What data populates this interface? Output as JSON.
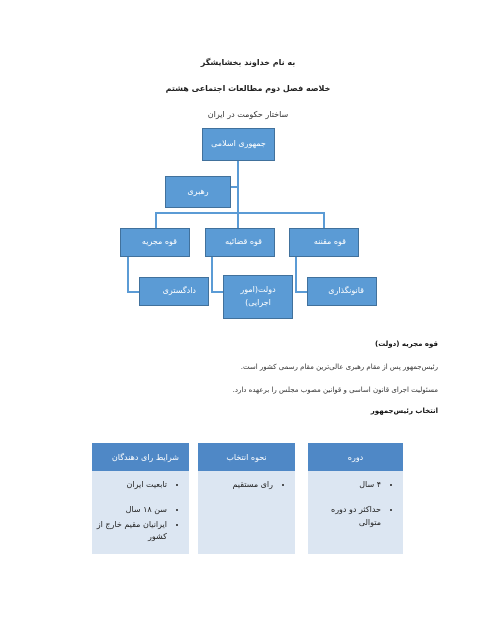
{
  "header": {
    "title": "به نام خداوند بخشایشگر",
    "subtitle": "خلاصه فصل دوم مطالعات اجتماعی هشتم",
    "caption": "ساختار حکومت در ایران"
  },
  "org_chart": {
    "root": "جمهوری اسلامی",
    "leader": "رهبری",
    "branches": {
      "executive": "قوه مجریه",
      "judiciary": "قوه قضائیه",
      "legislative": "قوه مقننه"
    },
    "sub_items": {
      "courts": "دادگستری",
      "government": "دولت(امور اجرایی)",
      "legislation": "قانونگذاری"
    }
  },
  "section": {
    "heading": "قوه مجریه (دولت)",
    "line1": "رئیس‌جمهور پس از مقام رهبری عالی‌ترین مقام رسمی کشور است.",
    "line2": "مسئولیت اجرای قانون اساسی و قوانین مصوب مجلس را برعهده دارد.",
    "election_heading": "انتخاب رئیس‌جمهور"
  },
  "cards": {
    "voters": {
      "title": "شرایط رای دهندگان",
      "items": [
        "تابعیت ایران",
        "سن ۱۸ سال",
        "ایرانیان مقیم خارج از کشور"
      ]
    },
    "method": {
      "title": "نحوه انتخاب",
      "items": [
        "رای مستقیم"
      ]
    },
    "term": {
      "title": "دوره",
      "items": [
        "۴ سال",
        "حداکثر دو دوره متوالی"
      ]
    }
  }
}
